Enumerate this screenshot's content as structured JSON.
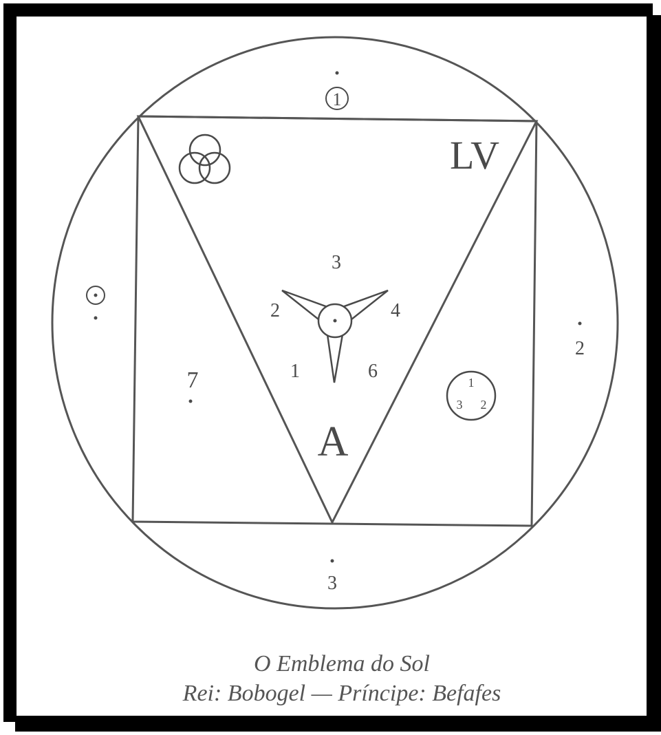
{
  "colors": {
    "border": "#000000",
    "paper": "#ffffff",
    "ink": "#4a4a4a",
    "caption": "#555555"
  },
  "labels": {
    "top_circled": "1",
    "corner_letters": "LV",
    "center_top": "3",
    "center_left": "2",
    "center_right": "4",
    "center_bottom_left": "1",
    "center_bottom_right": "6",
    "left_square_number": "7",
    "right_outer_number": "2",
    "bottom_outer_number": "3",
    "triangle_letter": "A",
    "small_circle_top": "1",
    "small_circle_left": "3",
    "small_circle_right": "2"
  },
  "icons": {
    "top_symbol": "circled-digit-icon",
    "left_symbol": "sun-circle-dot-icon",
    "trinity_symbol": "three-circles-icon",
    "center_symbol": "three-blade-pinwheel-icon",
    "small_numbered_circle": "numbered-circle-icon"
  },
  "caption": {
    "line1": "O Emblema do Sol",
    "line2": "Rei: Bobogel — Príncipe: Befafes"
  }
}
